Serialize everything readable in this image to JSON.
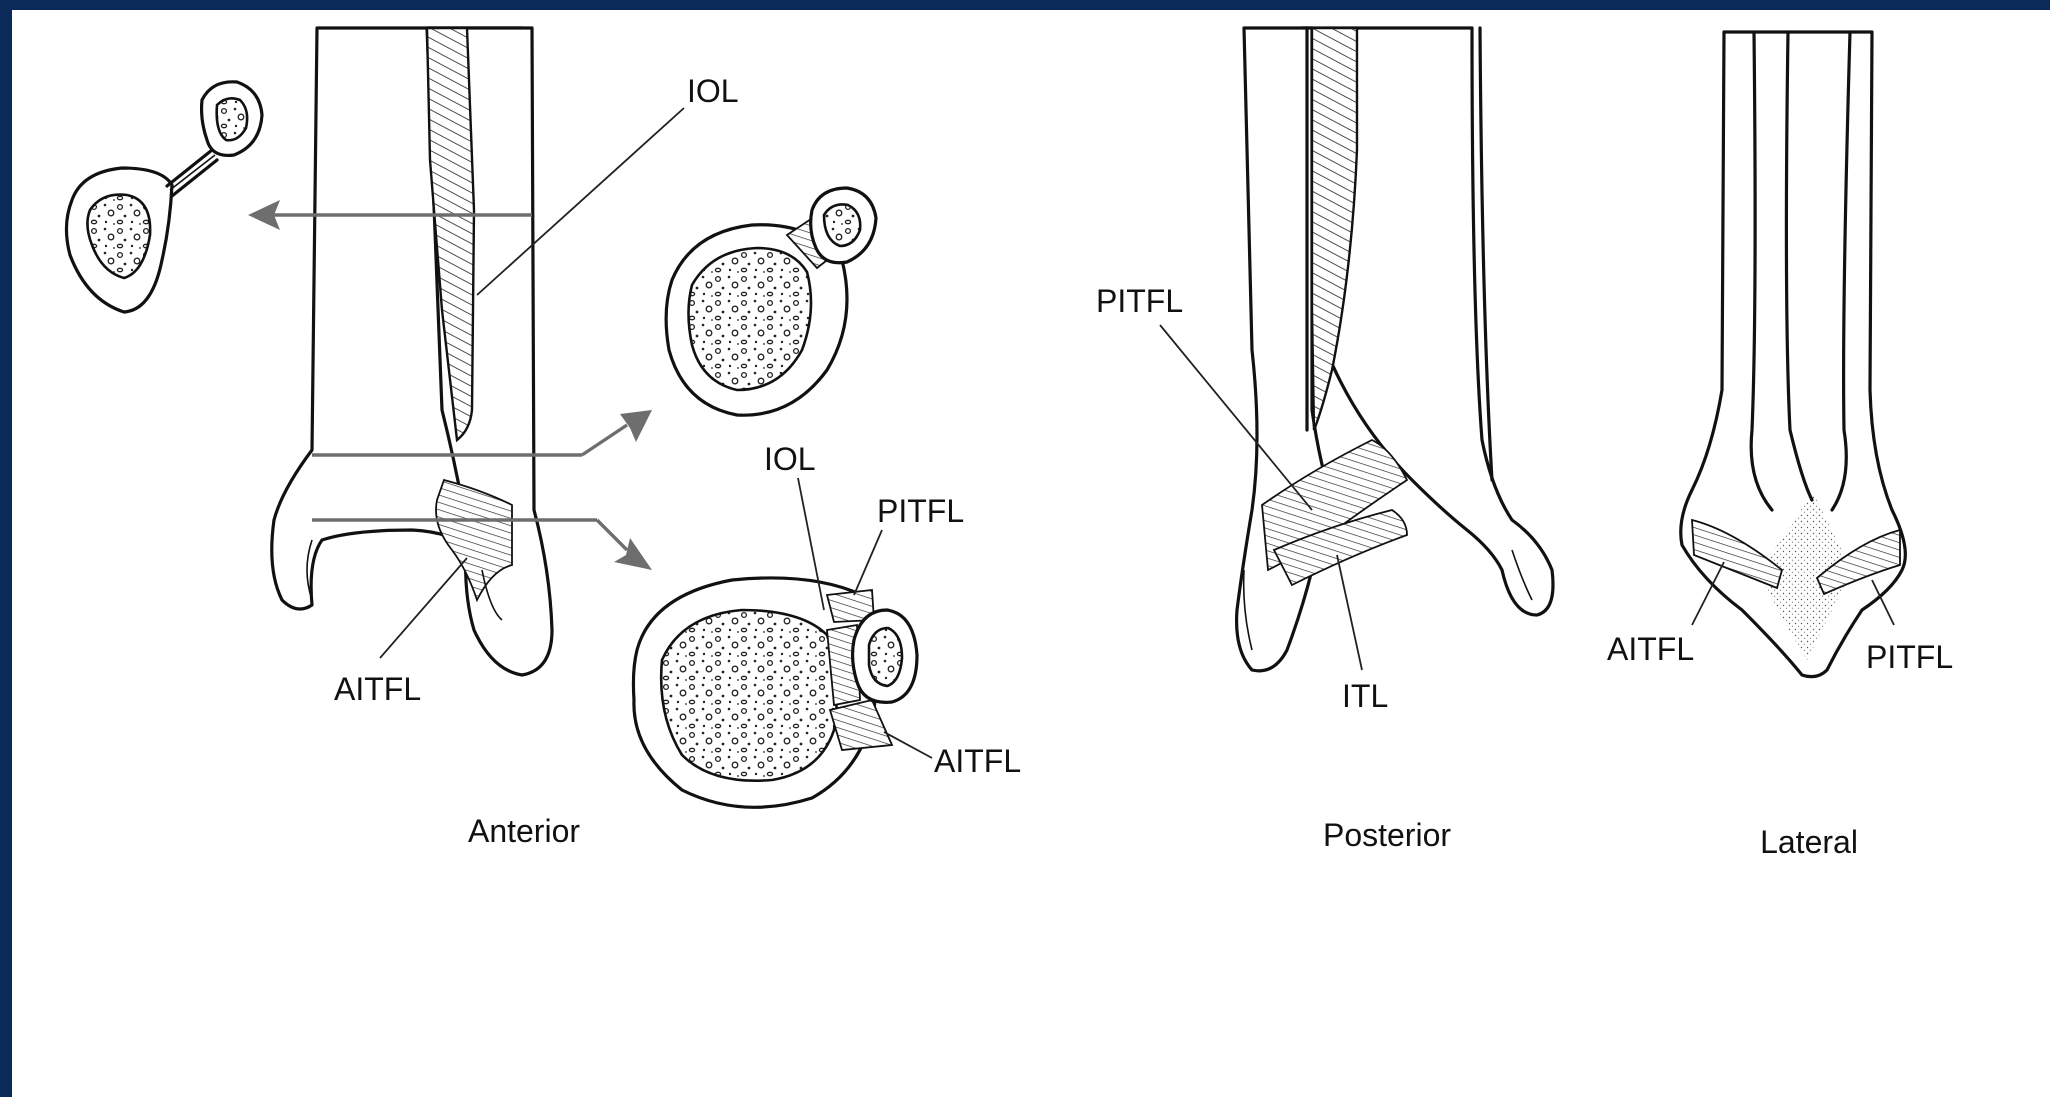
{
  "views": {
    "anterior": {
      "caption": "Anterior",
      "labels": {
        "iol_top": "IOL",
        "aitfl": "AITFL",
        "iol_section": "IOL",
        "pitfl_section": "PITFL",
        "aitfl_section": "AITFL"
      }
    },
    "posterior": {
      "caption": "Posterior",
      "labels": {
        "pitfl": "PITFL",
        "itl": "ITL"
      }
    },
    "lateral": {
      "caption": "Lateral",
      "labels": {
        "aitfl": "AITFL",
        "pitfl": "PITFL"
      }
    }
  },
  "colors": {
    "border": "#0b2a5a",
    "background": "#ffffff",
    "ink": "#111111",
    "arrow": "#6e6e6e"
  }
}
